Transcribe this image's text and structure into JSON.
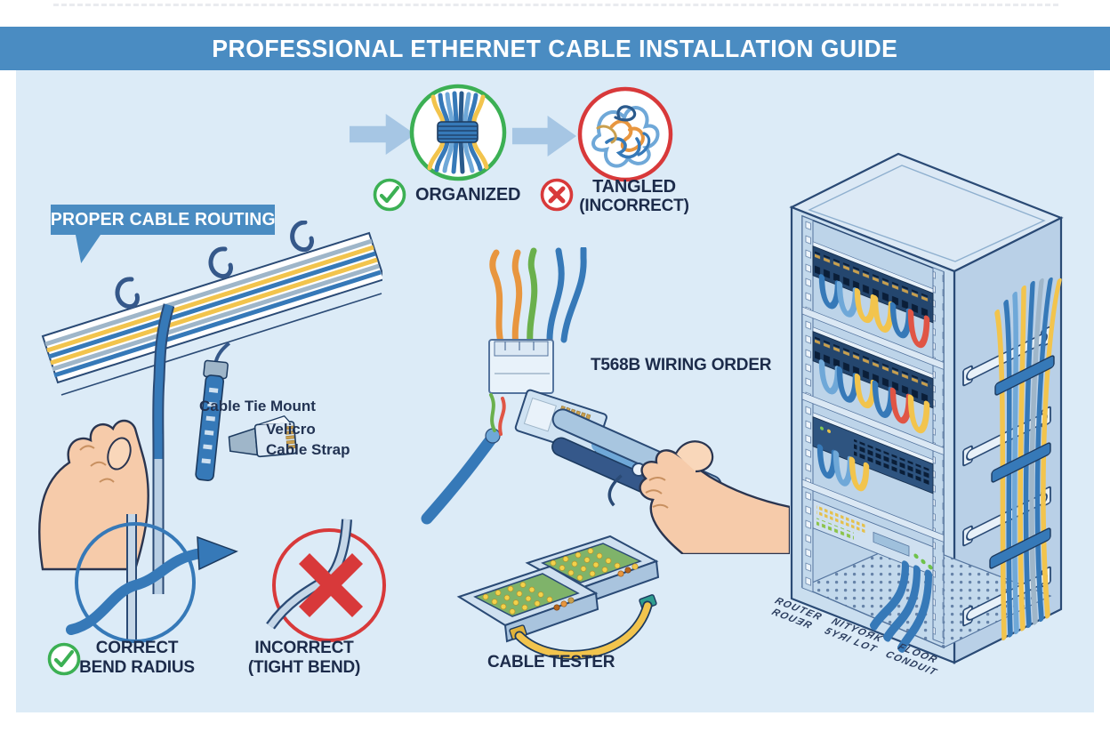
{
  "title": "PROFESSIONAL ETHERNET CABLE INSTALLATION GUIDE",
  "colors": {
    "banner": "#4a8cc2",
    "panel_bg": "#dcebf7",
    "text_navy": "#1c2b4a",
    "check_green": "#3cb054",
    "cross_red": "#d8393a",
    "arrow_blue": "#a6c6e4",
    "cable_blue": "#3679b8",
    "cable_light_blue": "#6fa8d8",
    "cable_yellow": "#f2c44d",
    "cable_orange": "#e8963f",
    "cable_red": "#e05545",
    "skin": "#f6cbaa",
    "rack_body": "#cadeef"
  },
  "flow": {
    "organized_label": "ORGANIZED",
    "tangled_line1": "TANGLED",
    "tangled_line2": "(INCORRECT)"
  },
  "routing": {
    "callout": "PROPER CABLE ROUTING",
    "cable_tie_mount": "Cable Tie Mount",
    "velcro_line1": "Velicro",
    "velcro_line2": "Cable Strap"
  },
  "bend": {
    "correct_line1": "CORRECT",
    "correct_line2": "BEND RADIUS",
    "incorrect_line1": "INCORRECT",
    "incorrect_line2": "(TIGHT BEND)"
  },
  "termination": {
    "label": "T568B WIRING ORDER"
  },
  "tester": {
    "label": "CABLE TESTER"
  },
  "rack": {
    "label1_line1": "ROUTER",
    "label1_line2": "ROUƎR",
    "label2_line1": "NITYOЯK",
    "label2_line2": "5YЯI LOT",
    "label3_line1": "FLOOR",
    "label3_line2": "CONDUIT"
  }
}
